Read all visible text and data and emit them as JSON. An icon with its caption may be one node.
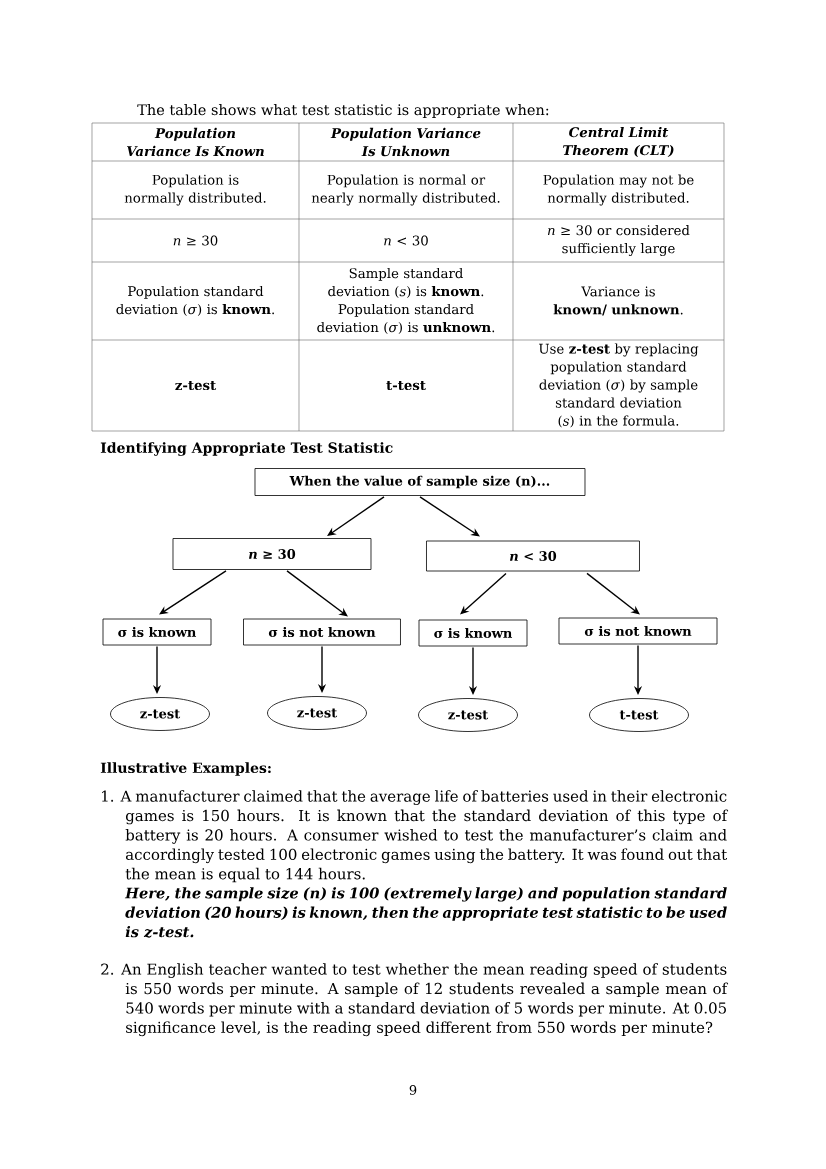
{
  "diagram": {
    "title": "Identifying Appropriate Test Statistic",
    "nodes": [
      {
        "text": [
          "When the value of sample size (n)..."
        ]
      },
      {
        "text": [
          "*n* ≥ 30"
        ]
      },
      {
        "text": [
          "*n* < 30"
        ]
      },
      {
        "text": [
          "σ is known"
        ]
      },
      {
        "text": [
          "σ is not known"
        ]
      },
      {
        "text": [
          "σ is known"
        ]
      },
      {
        "text": [
          "σ is not known"
        ]
      },
      {
        "text": [
          "z-test"
        ]
      },
      {
        "text": [
          "z-test"
        ]
      },
      {
        "text": [
          "z-test"
        ]
      },
      {
        "text": [
          "t-test"
        ]
      }
    ],
    "edges": [
      {
        "from": 0,
        "to": 1,
        "arrow": "to"
      },
      {
        "from": 0,
        "to": 2,
        "arrow": "to"
      },
      {
        "from": 1,
        "to": 3,
        "arrow": "to"
      },
      {
        "from": 1,
        "to": 4,
        "arrow": "to"
      },
      {
        "from": 2,
        "to": 5,
        "arrow": "to"
      },
      {
        "from": 2,
        "to": 6,
        "arrow": "to"
      },
      {
        "from": 3,
        "to": 7,
        "arrow": "to"
      },
      {
        "from": 4,
        "to": 8,
        "arrow": "to"
      },
      {
        "from": 5,
        "to": 9,
        "arrow": "to"
      },
      {
        "from": 6,
        "to": 10,
        "arrow": "to"
      }
    ],
    "labels": [
      "The table shows what test statistic is appropriate when:",
      "Population Variance Is Known",
      "Population Variance Is Unknown",
      "Central Limit Theorem (CLT)",
      "Population is normally distributed.",
      "Population is normal or nearly normally distributed.",
      "Population may not be normally distributed.",
      "*n* ≥ 30",
      "*n* < 30",
      "*n* ≥ 30 or considered sufficiently large",
      "Population standard deviation (*σ*) is **known**.",
      "Sample standard deviation (*s*) is **known**. Population standard deviation (*σ*) is **unknown**.",
      "Variance is **known/ unknown**.",
      "z-test",
      "t-test",
      "Use **z-test** by replacing population standard deviation (*σ*) by sample standard deviation (*s*) in the formula.",
      "Illustrative Examples:",
      "1. A manufacturer claimed that the average life of batteries used in their electronic games is 150 hours. It is known that the standard deviation of this type of battery is 20 hours. A consumer wished to test the manufacturer’s claim and accordingly tested 100 electronic games using the battery. It was found out that the mean is equal to 144 hours.",
      "Here, the sample size (n) is 100 (extremely large) and population standard deviation (20 hours) is known, then the appropriate test statistic to be used is z-test.",
      "2. An English teacher wanted to test whether the mean reading speed of students is 550 words per minute. A sample of 12 students revealed a sample mean of 540 words per minute with a standard deviation of 5 words per minute. At 0.05 significance level, is the reading speed different from 550 words per minute?",
      "9"
    ]
  }
}
